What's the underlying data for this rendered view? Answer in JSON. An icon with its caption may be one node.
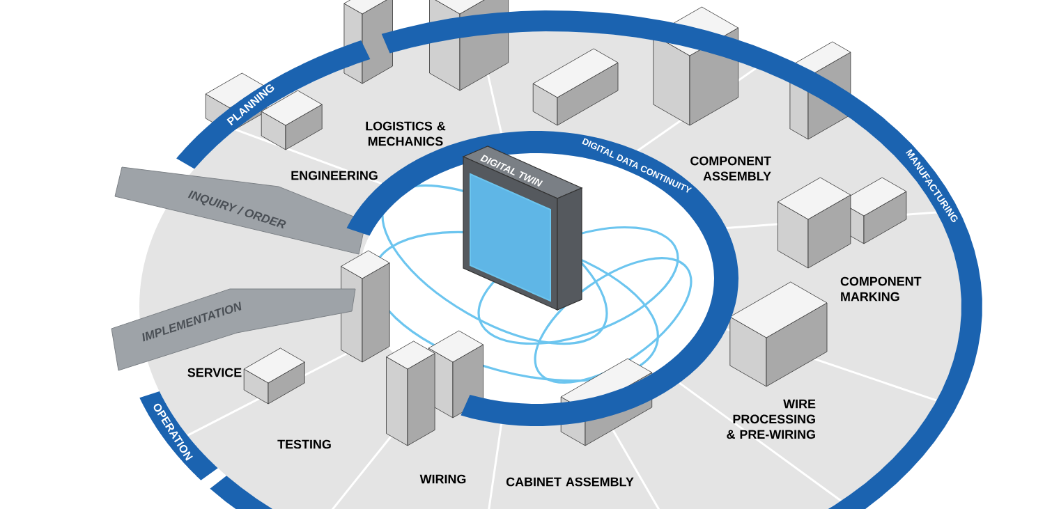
{
  "diagram": {
    "nodes": [
      {
        "text": [
          "PLANNING"
        ]
      },
      {
        "text": [
          "MANUFACTURING"
        ]
      },
      {
        "text": [
          "OPERATION"
        ]
      },
      {
        "text": [
          "INQUIRY / ORDER"
        ]
      },
      {
        "text": [
          "IMPLEMENTATION"
        ]
      },
      {
        "text": [
          "DIGITAL DATA CONTINUITY"
        ]
      },
      {
        "text": [
          "DIGITAL TWIN"
        ]
      }
    ],
    "labels": [
      "ENGINEERING",
      "LOGISTICS & MECHANICS",
      "COMPONENT ASSEMBLY",
      "COMPONENT MARKING",
      "WIRE PROCESSING & PRE-WIRING",
      "CABINET ASSEMBLY",
      "WIRING",
      "TESTING",
      "SERVICE"
    ]
  }
}
